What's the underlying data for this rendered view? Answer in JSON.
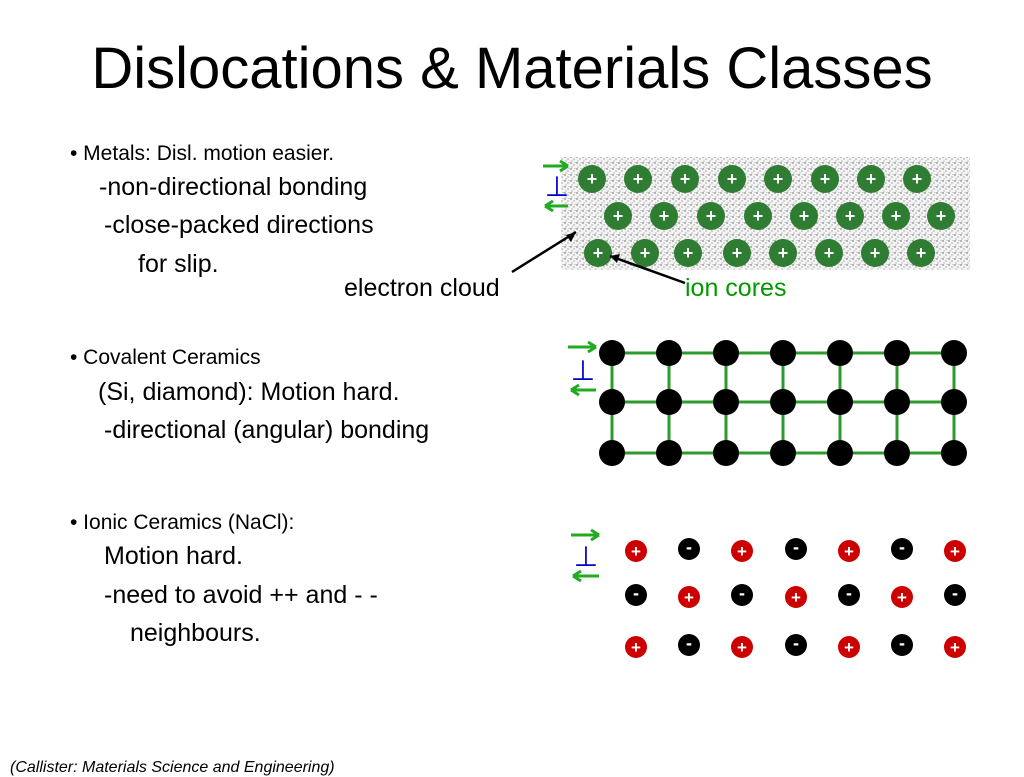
{
  "slide": {
    "title": "Dislocations & Materials Classes",
    "citation": "(Callister: Materials Science and Engineering)"
  },
  "metals": {
    "bullet": "• Metals:  Disl. motion easier.",
    "lines": [
      "-non-directional bonding",
      "-close-packed directions",
      "for slip."
    ],
    "label_electron_cloud": "electron cloud",
    "label_ion_cores": "ion cores",
    "dislocation_symbol": "⊥",
    "ion_sign": "+"
  },
  "covalent": {
    "bullet": "• Covalent Ceramics",
    "lines": [
      "(Si, diamond):  Motion hard.",
      "-directional (angular) bonding"
    ],
    "dislocation_symbol": "⊥"
  },
  "ionic": {
    "bullet": "• Ionic Ceramics (NaCl):",
    "lines": [
      "Motion hard.",
      "-need to avoid ++ and - -",
      "neighbours."
    ],
    "dislocation_symbol": "⊥",
    "cation_sign": "+",
    "anion_sign": "-"
  },
  "colors": {
    "ion_core_green": "#2e7d32",
    "bond_green": "#2e9a2e",
    "arrow_green": "#22aa22",
    "dislocation_blue": "#0000cc",
    "ion_cores_label": "#009900",
    "cation_red": "#cc0000",
    "anion_black": "#000000"
  }
}
